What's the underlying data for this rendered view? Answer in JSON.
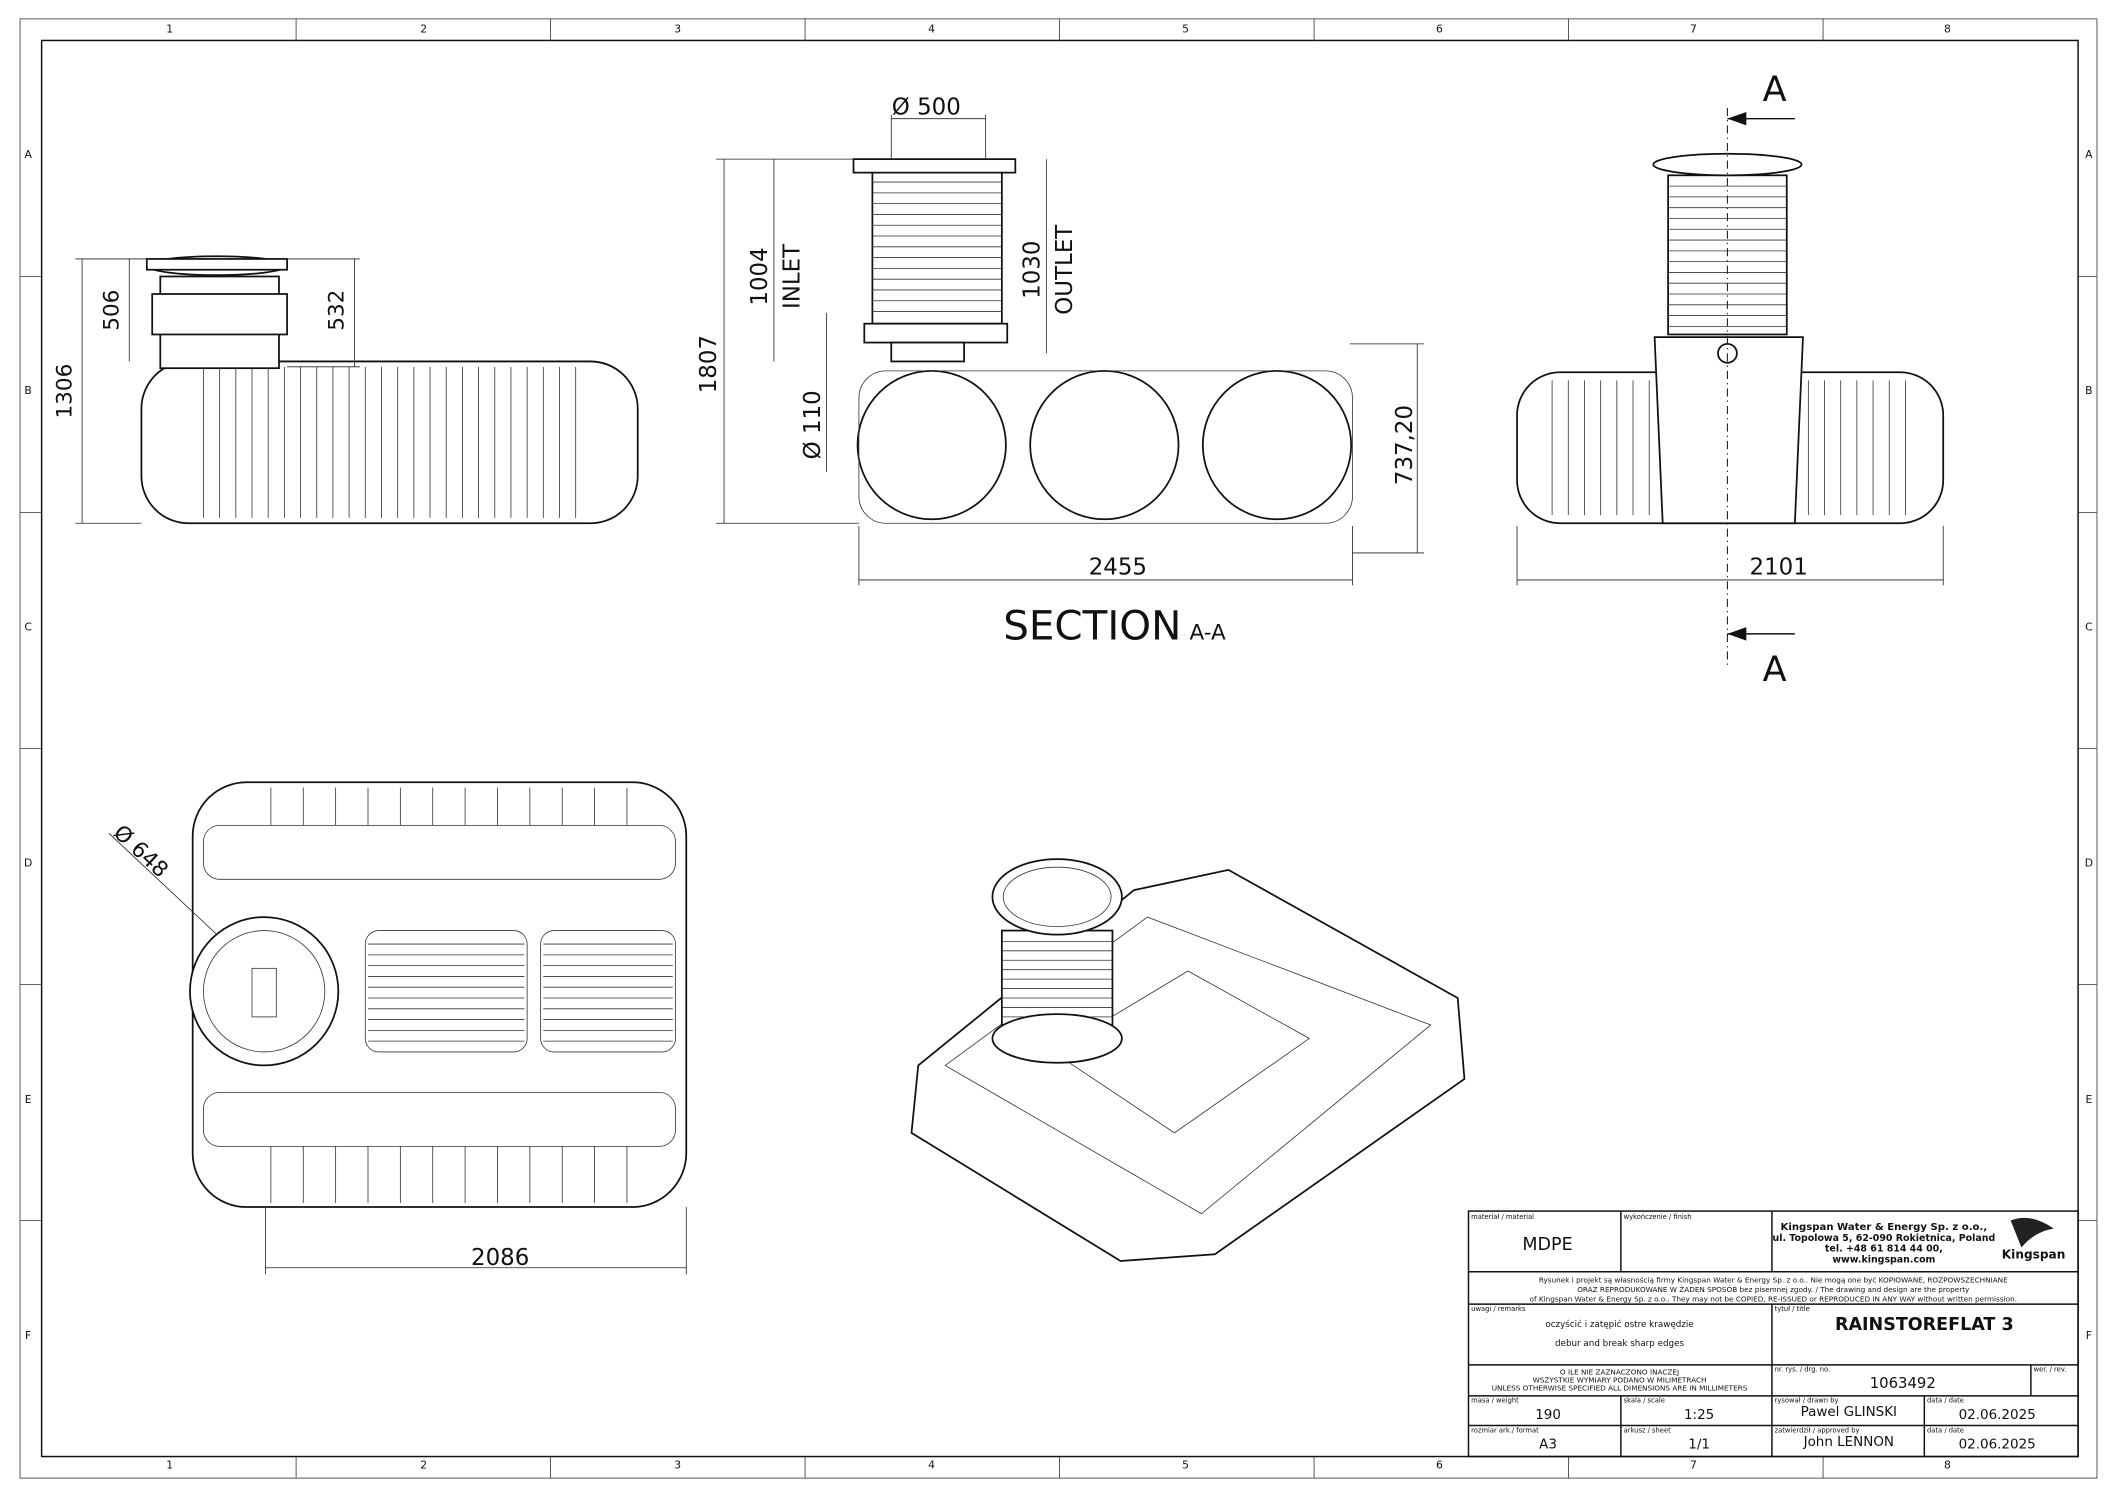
{
  "grid": {
    "columns": [
      "1",
      "2",
      "3",
      "4",
      "5",
      "6",
      "7",
      "8"
    ],
    "rows": [
      "A",
      "B",
      "C",
      "D",
      "E",
      "F"
    ]
  },
  "views": {
    "side": {
      "height_total": "1306",
      "riser_a": "506",
      "riser_b": "532"
    },
    "section": {
      "diameter_top": "Ø 500",
      "height": "1807",
      "inlet_dim": "1004",
      "inlet_label": "INLET",
      "outlet_dim": "1030",
      "outlet_label": "OUTLET",
      "pipe_diameter": "Ø 110",
      "outlet_height": "737,20",
      "length": "2455",
      "title": "SECTION",
      "title_suffix": "A-A"
    },
    "end": {
      "width": "2101",
      "section_marker_top": "A",
      "section_marker_bottom": "A"
    },
    "top": {
      "diameter": "Ø 648",
      "width": "2086"
    }
  },
  "title_block": {
    "material_label": "materiał / material",
    "material": "MDPE",
    "finish_label": "wykończenie / finish",
    "company_name": "Kingspan Water & Energy Sp. z o.o.,",
    "company_address": "ul. Topolowa 5, 62-090 Rokietnica, Poland",
    "company_phone": "tel. +48 61 814 44 00,",
    "company_web": "www.kingspan.com",
    "logo_text": "Kingspan",
    "copyright_1": "Rysunek i projekt są własnością firmy Kingspan Water & Energy Sp. z o.o.. Nie mogą one być KOPIOWANE, ROZPOWSZECHNIANE",
    "copyright_2": "ORAZ REPRODUKOWANE W ŻADEN SPOSÓB bez pisemnej zgody. / The drawing and design are the property",
    "copyright_3": "of Kingspan Water & Energy Sp. z o.o.. They may not be COPIED, RE-ISSUED or REPRODUCED IN ANY WAY without written permission.",
    "remarks_label": "uwagi / remarks",
    "remarks_pl": "oczyścić i zatępić ostre krawędzie",
    "remarks_en": "debur and break sharp edges",
    "title_label": "tytuł / title",
    "title": "RAINSTOREFLAT 3",
    "units_pl_1": "O ILE NIE ZAZNACZONO INACZEJ",
    "units_pl_2": "WSZYSTKIE WYMIARY PODANO W MILIMETRACH",
    "units_en": "UNLESS OTHERWISE SPECIFIED ALL DIMENSIONS ARE IN MILLIMETERS",
    "drg_label": "nr. rys. / drg. no.",
    "drg_no": "1063492",
    "rev_label": "wer. / rev.",
    "weight_label": "masa / weight",
    "weight": "190",
    "scale_label": "skala / scale",
    "scale": "1:25",
    "drawn_label": "rysował / drawn by",
    "drawn_by": "Pawel GLINSKI",
    "date_label": "data / date",
    "drawn_date": "02.06.2025",
    "format_label": "rozmiar ark./ format",
    "format": "A3",
    "sheet_label": "arkusz / sheet",
    "sheet": "1/1",
    "approved_label": "zatwierdził / approved by",
    "approved_by": "John LENNON",
    "approved_date": "02.06.2025"
  }
}
